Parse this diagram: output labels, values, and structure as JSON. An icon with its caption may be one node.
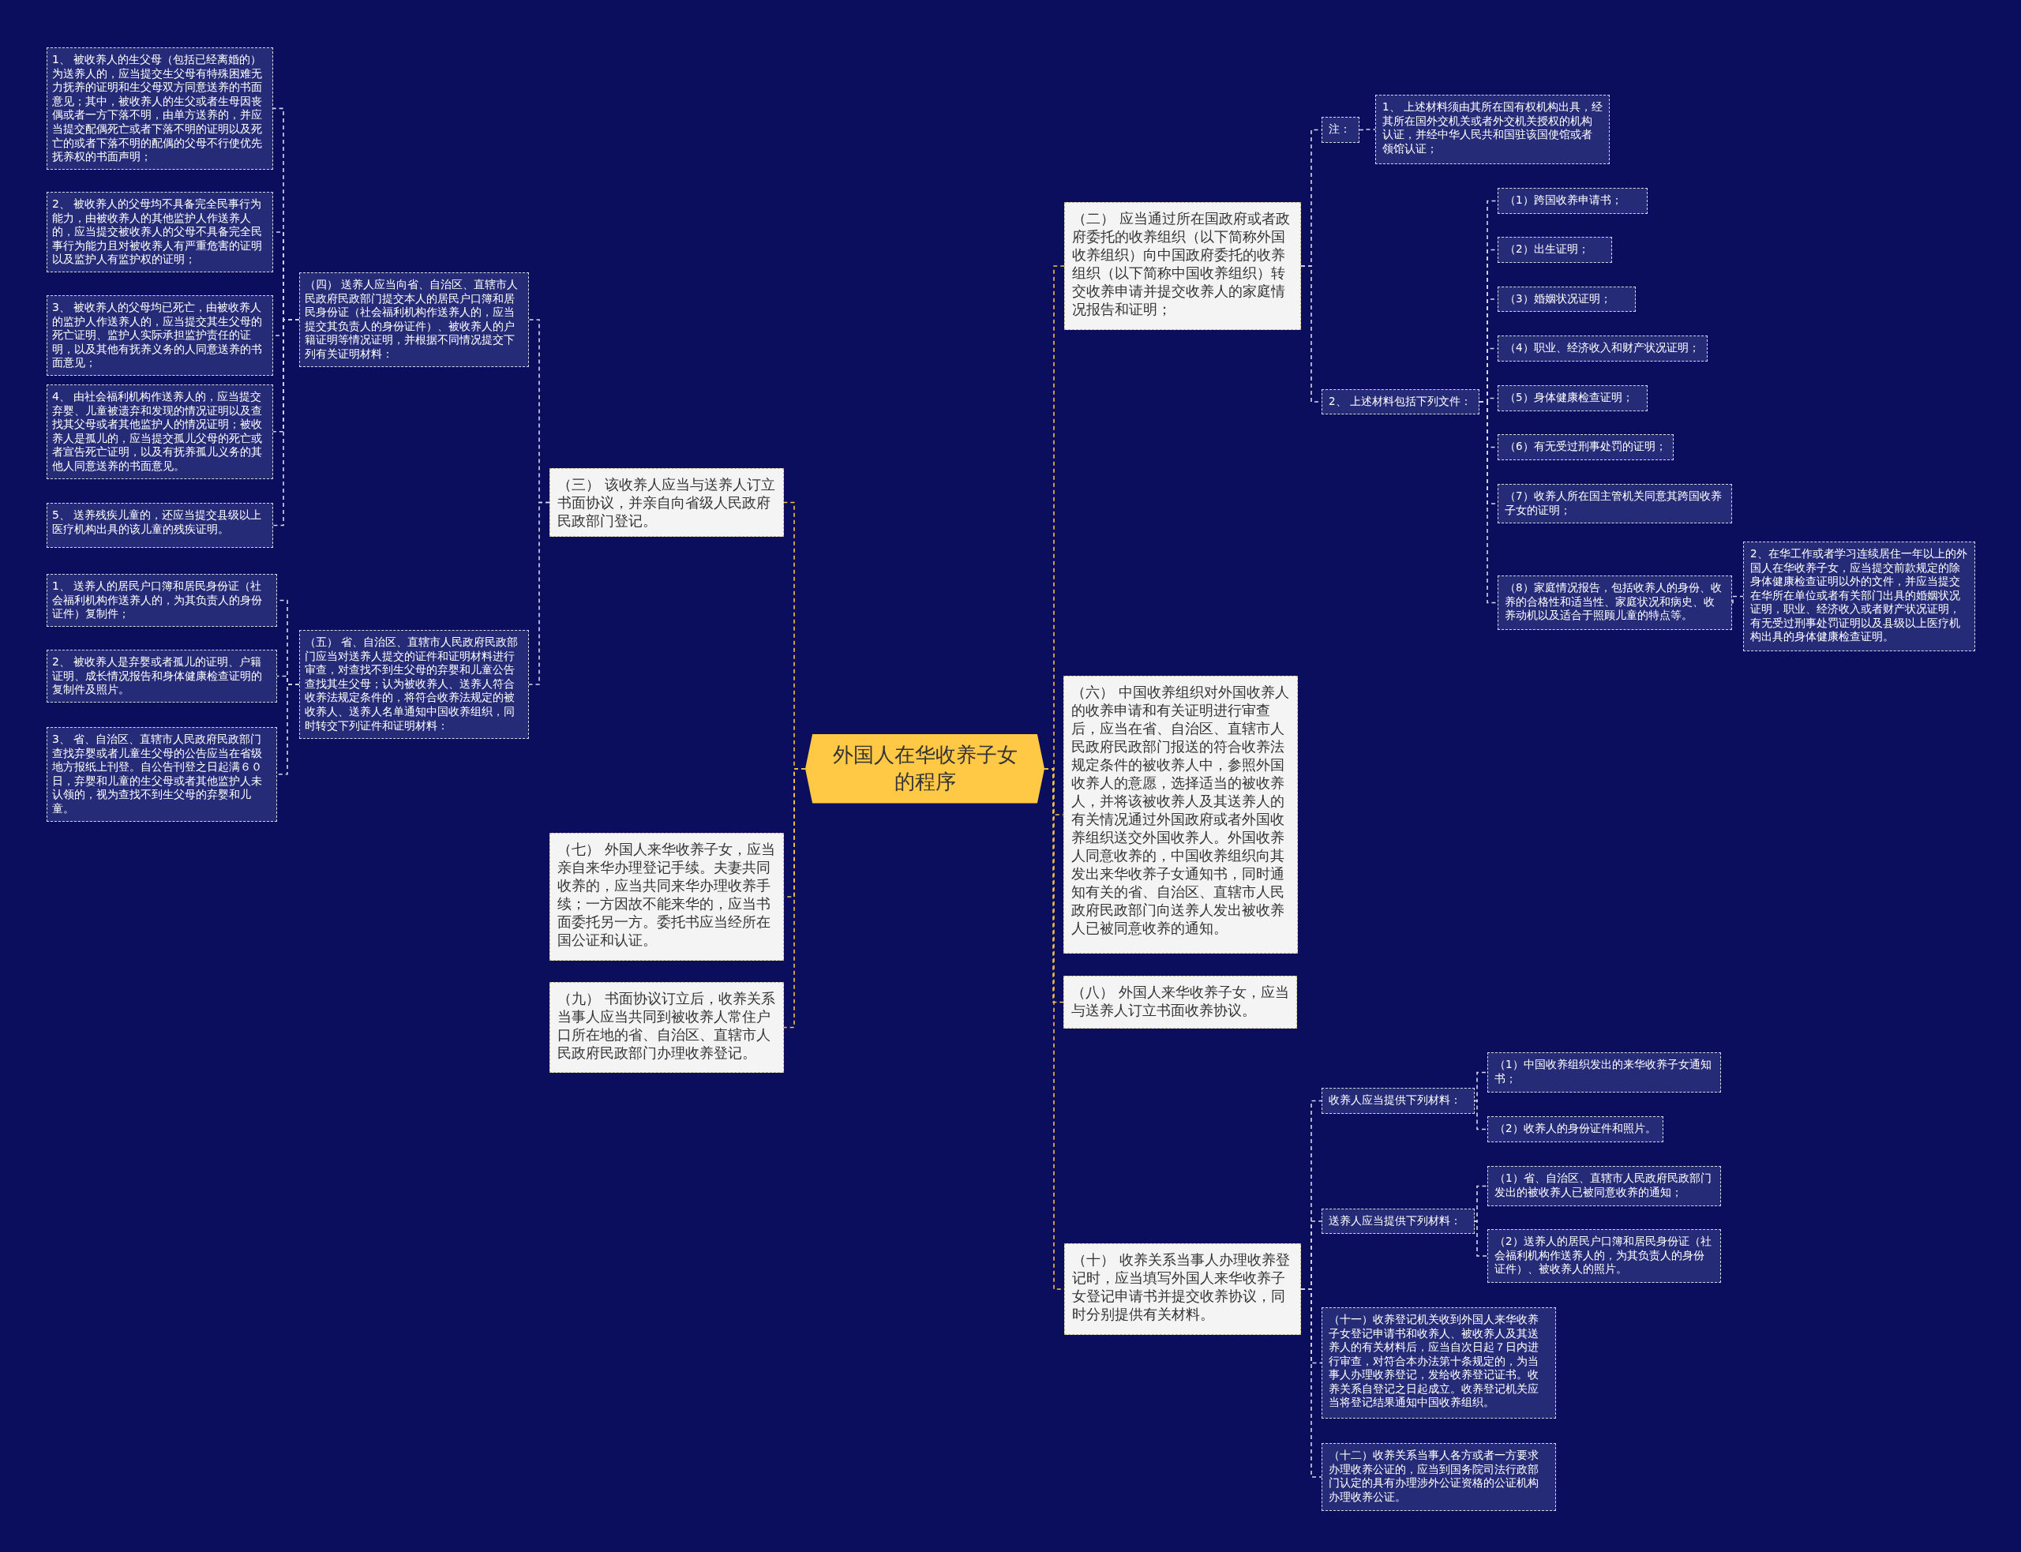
{
  "diagram": {
    "nodes": [
      {
        "text": [
          "外国人在华收养子女的程序"
        ]
      },
      {
        "text": [
          "（三） 该收养人应当与送养人订立书面协议，并亲自向省级人民政府民政部门登记。"
        ]
      },
      {
        "text": [
          "（四） 送养人应当向省、自治区、直辖市人民政府民政部门提交本人的居民户口簿和居民身份证（社会福利机构作送养人的，应当提交其负责人的身份证件）、被收养人的户籍证明等情况证明，并根据不同情况提交下列有关证明材料："
        ]
      },
      {
        "text": [
          "1、 被收养人的生父母（包括已经离婚的）为送养人的，应当提交生父母有特殊困难无力抚养的证明和生父母双方同意送养的书面意见；其中，被收养人的生父或者生母因丧偶或者一方下落不明，由单方送养的，并应当提交配偶死亡或者下落不明的证明以及死亡的或者下落不明的配偶的父母不行使优先抚养权的书面声明；"
        ]
      },
      {
        "text": [
          "2、 被收养人的父母均不具备完全民事行为能力，由被收养人的其他监护人作送养人的，应当提交被收养人的父母不具备完全民事行为能力且对被收养人有严重危害的证明以及监护人有监护权的证明；"
        ]
      },
      {
        "text": [
          "3、 被收养人的父母均已死亡，由被收养人的监护人作送养人的，应当提交其生父母的死亡证明、监护人实际承担监护责任的证明，以及其他有抚养义务的人同意送养的书面意见；"
        ]
      },
      {
        "text": [
          "4、 由社会福利机构作送养人的，应当提交弃婴、儿童被遗弃和发现的情况证明以及查找其父母或者其他监护人的情况证明；被收养人是孤儿的，应当提交孤儿父母的死亡或者宣告死亡证明，以及有抚养孤儿义务的其他人同意送养的书面意见。"
        ]
      },
      {
        "text": [
          "5、 送养残疾儿童的，还应当提交县级以上医疗机构出具的该儿童的残疾证明。"
        ]
      },
      {
        "text": [
          "（五） 省、自治区、直辖市人民政府民政部门应当对送养人提交的证件和证明材料进行审查，对查找不到生父母的弃婴和儿童公告查找其生父母；认为被收养人、送养人符合收养法规定条件的，将符合收养法规定的被收养人、送养人名单通知中国收养组织，同时转交下列证件和证明材料："
        ]
      },
      {
        "text": [
          "1、 送养人的居民户口簿和居民身份证（社会福利机构作送养人的，为其负责人的身份证件）复制件；"
        ]
      },
      {
        "text": [
          "2、 被收养人是弃婴或者孤儿的证明、户籍证明、成长情况报告和身体健康检查证明的复制件及照片。"
        ]
      },
      {
        "text": [
          "3、 省、自治区、直辖市人民政府民政部门查找弃婴或者儿童生父母的公告应当在省级地方报纸上刊登。自公告刊登之日起满６０日，弃婴和儿童的生父母或者其他监护人未认领的，视为查找不到生父母的弃婴和儿童。"
        ]
      },
      {
        "text": [
          "（七） 外国人来华收养子女，应当亲自来华办理登记手续。夫妻共同收养的，应当共同来华办理收养手续；一方因故不能来华的，应当书面委托另一方。委托书应当经所在国公证和认证。"
        ]
      },
      {
        "text": [
          "（九） 书面协议订立后，收养关系当事人应当共同到被收养人常住户口所在地的省、自治区、直辖市人民政府民政部门办理收养登记。"
        ]
      },
      {
        "text": [
          "（二） 应当通过所在国政府或者政府委托的收养组织（以下简称外国收养组织）向中国政府委托的收养组织（以下简称中国收养组织）转交收养申请并提交收养人的家庭情况报告和证明；"
        ]
      },
      {
        "text": [
          "注："
        ]
      },
      {
        "text": [
          "1、 上述材料须由其所在国有权机构出具，经其所在国外交机关或者外交机关授权的机构认证，并经中华人民共和国驻该国使馆或者领馆认证；"
        ]
      },
      {
        "text": [
          "2、 上述材料包括下列文件："
        ]
      },
      {
        "text": [
          "（1）跨国收养申请书；"
        ]
      },
      {
        "text": [
          "（2）出生证明；"
        ]
      },
      {
        "text": [
          "（3）婚姻状况证明；"
        ]
      },
      {
        "text": [
          "（4）职业、经济收入和财产状况证明；"
        ]
      },
      {
        "text": [
          "（5）身体健康检查证明；"
        ]
      },
      {
        "text": [
          "（6）有无受过刑事处罚的证明；"
        ]
      },
      {
        "text": [
          "（7）收养人所在国主管机关同意其跨国收养子女的证明；"
        ]
      },
      {
        "text": [
          "（8）家庭情况报告，包括收养人的身份、收养的合格性和适当性、家庭状况和病史、收养动机以及适合于照顾儿童的特点等。"
        ]
      },
      {
        "text": [
          "2、在华工作或者学习连续居住一年以上的外国人在华收养子女，应当提交前款规定的除身体健康检查证明以外的文件，并应当提交在华所在单位或者有关部门出具的婚姻状况证明，职业、经济收入或者财产状况证明，有无受过刑事处罚证明以及县级以上医疗机构出具的身体健康检查证明。"
        ]
      },
      {
        "text": [
          "（六） 中国收养组织对外国收养人的收养申请和有关证明进行审查后，应当在省、自治区、直辖市人民政府民政部门报送的符合收养法规定条件的被收养人中，参照外国收养人的意愿，选择适当的被收养人，并将该被收养人及其送养人的有关情况通过外国政府或者外国收养组织送交外国收养人。外国收养人同意收养的，中国收养组织向其发出来华收养子女通知书，同时通知有关的省、自治区、直辖市人民政府民政部门向送养人发出被收养人已被同意收养的通知。"
        ]
      },
      {
        "text": [
          "（八） 外国人来华收养子女，应当与送养人订立书面收养协议。"
        ]
      },
      {
        "text": [
          "（十） 收养关系当事人办理收养登记时，应当填写外国人来华收养子女登记申请书并提交收养协议，同时分别提供有关材料。"
        ]
      },
      {
        "text": [
          "收养人应当提供下列材料："
        ]
      },
      {
        "text": [
          "（1）中国收养组织发出的来华收养子女通知书；"
        ]
      },
      {
        "text": [
          "（2）收养人的身份证件和照片。"
        ]
      },
      {
        "text": [
          "送养人应当提供下列材料："
        ]
      },
      {
        "text": [
          "（1）省、自治区、直辖市人民政府民政部门发出的被收养人已被同意收养的通知；"
        ]
      },
      {
        "text": [
          "（2）送养人的居民户口簿和居民身份证（社会福利机构作送养人的，为其负责人的身份证件）、被收养人的照片。"
        ]
      },
      {
        "text": [
          "（十一）收养登记机关收到外国人来华收养子女登记申请书和收养人、被收养人及其送养人的有关材料后，应当自次日起７日内进行审查，对符合本办法第十条规定的，为当事人办理收养登记，发给收养登记证书。收养关系自登记之日起成立。收养登记机关应当将登记结果通知中国收养组织。"
        ]
      },
      {
        "text": [
          "（十二）收养关系当事人各方或者一方要求办理收养公证的，应当到国务院司法行政部门认定的具有办理涉外公证资格的公证机构办理收养公证。"
        ]
      }
    ],
    "edges": [
      {
        "from": 0,
        "to": 1,
        "arrow": "none",
        "color": "#f5c342"
      },
      {
        "from": 0,
        "to": 12,
        "arrow": "none",
        "color": "#f5c342"
      },
      {
        "from": 0,
        "to": 13,
        "arrow": "none",
        "color": "#f5c342"
      },
      {
        "from": 0,
        "to": 14,
        "arrow": "none",
        "color": "#f5c342"
      },
      {
        "from": 0,
        "to": 27,
        "arrow": "none",
        "color": "#f5c342"
      },
      {
        "from": 0,
        "to": 28,
        "arrow": "none",
        "color": "#f5c342"
      },
      {
        "from": 0,
        "to": 29,
        "arrow": "none",
        "color": "#f5c342"
      },
      {
        "from": 1,
        "to": 2,
        "arrow": "none"
      },
      {
        "from": 1,
        "to": 8,
        "arrow": "none"
      },
      {
        "from": 2,
        "to": 3,
        "arrow": "none"
      },
      {
        "from": 2,
        "to": 4,
        "arrow": "none"
      },
      {
        "from": 2,
        "to": 5,
        "arrow": "none"
      },
      {
        "from": 2,
        "to": 6,
        "arrow": "none"
      },
      {
        "from": 2,
        "to": 7,
        "arrow": "none"
      },
      {
        "from": 8,
        "to": 9,
        "arrow": "none"
      },
      {
        "from": 8,
        "to": 10,
        "arrow": "none"
      },
      {
        "from": 8,
        "to": 11,
        "arrow": "none"
      },
      {
        "from": 14,
        "to": 15,
        "arrow": "none"
      },
      {
        "from": 14,
        "to": 17,
        "arrow": "none"
      },
      {
        "from": 15,
        "to": 16,
        "arrow": "none"
      },
      {
        "from": 17,
        "to": 18,
        "arrow": "none"
      },
      {
        "from": 17,
        "to": 19,
        "arrow": "none"
      },
      {
        "from": 17,
        "to": 20,
        "arrow": "none"
      },
      {
        "from": 17,
        "to": 21,
        "arrow": "none"
      },
      {
        "from": 17,
        "to": 22,
        "arrow": "none"
      },
      {
        "from": 17,
        "to": 23,
        "arrow": "none"
      },
      {
        "from": 17,
        "to": 24,
        "arrow": "none"
      },
      {
        "from": 17,
        "to": 25,
        "arrow": "none"
      },
      {
        "from": 25,
        "to": 26,
        "arrow": "none"
      },
      {
        "from": 29,
        "to": 30,
        "arrow": "none"
      },
      {
        "from": 29,
        "to": 33,
        "arrow": "none"
      },
      {
        "from": 29,
        "to": 36,
        "arrow": "none"
      },
      {
        "from": 29,
        "to": 37,
        "arrow": "none"
      },
      {
        "from": 30,
        "to": 31,
        "arrow": "none"
      },
      {
        "from": 30,
        "to": 32,
        "arrow": "none"
      },
      {
        "from": 33,
        "to": 34,
        "arrow": "none"
      },
      {
        "from": 33,
        "to": 35,
        "arrow": "none"
      }
    ]
  }
}
